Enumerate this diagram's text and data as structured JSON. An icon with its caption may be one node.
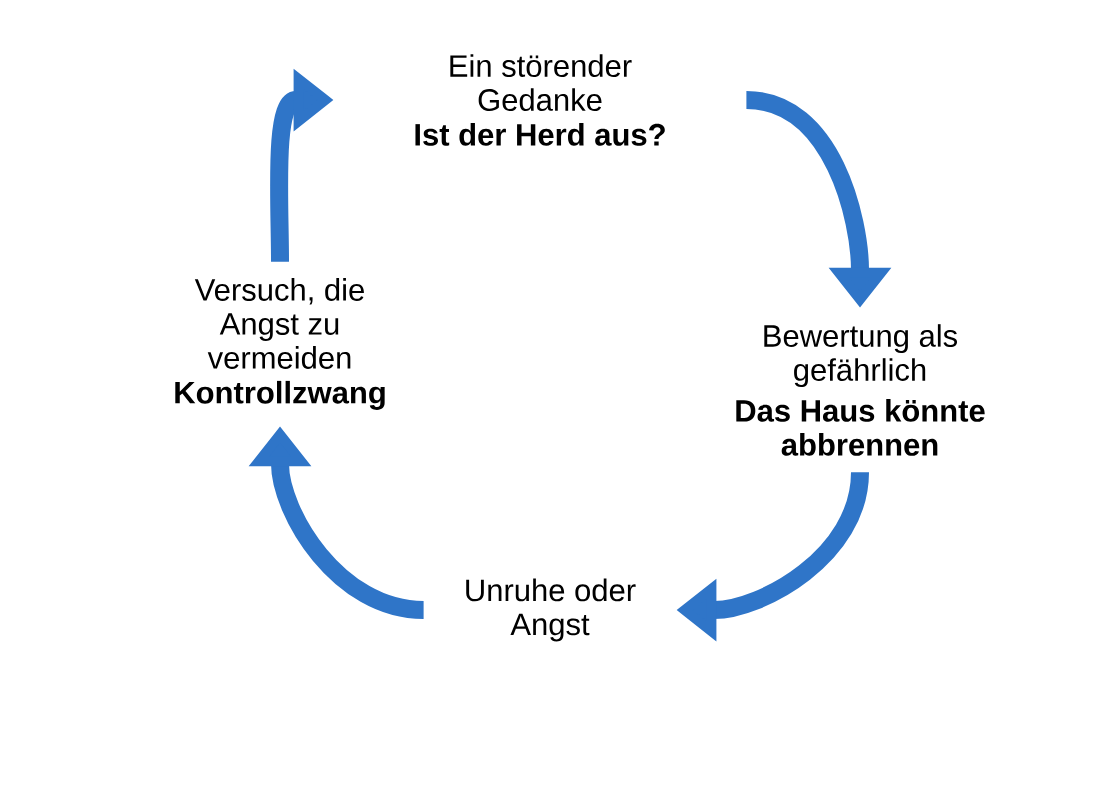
{
  "diagram": {
    "nodes": [
      {
        "text": [
          "Ein störender Gedanke",
          "Ist der Herd aus?"
        ]
      },
      {
        "text": [
          "Bewertung als gefährlich",
          "Das Haus könnte abbrennen"
        ]
      },
      {
        "text": [
          "Unruhe oder Angst"
        ]
      },
      {
        "text": [
          "Versuch, die Angst zu vermeiden",
          "Kontrollzwang"
        ]
      }
    ],
    "edges": [
      {
        "from": 0,
        "to": 1,
        "arrow": "to"
      },
      {
        "from": 1,
        "to": 2,
        "arrow": "to"
      },
      {
        "from": 2,
        "to": 3,
        "arrow": "to"
      },
      {
        "from": 3,
        "to": 0,
        "arrow": "to"
      }
    ]
  }
}
